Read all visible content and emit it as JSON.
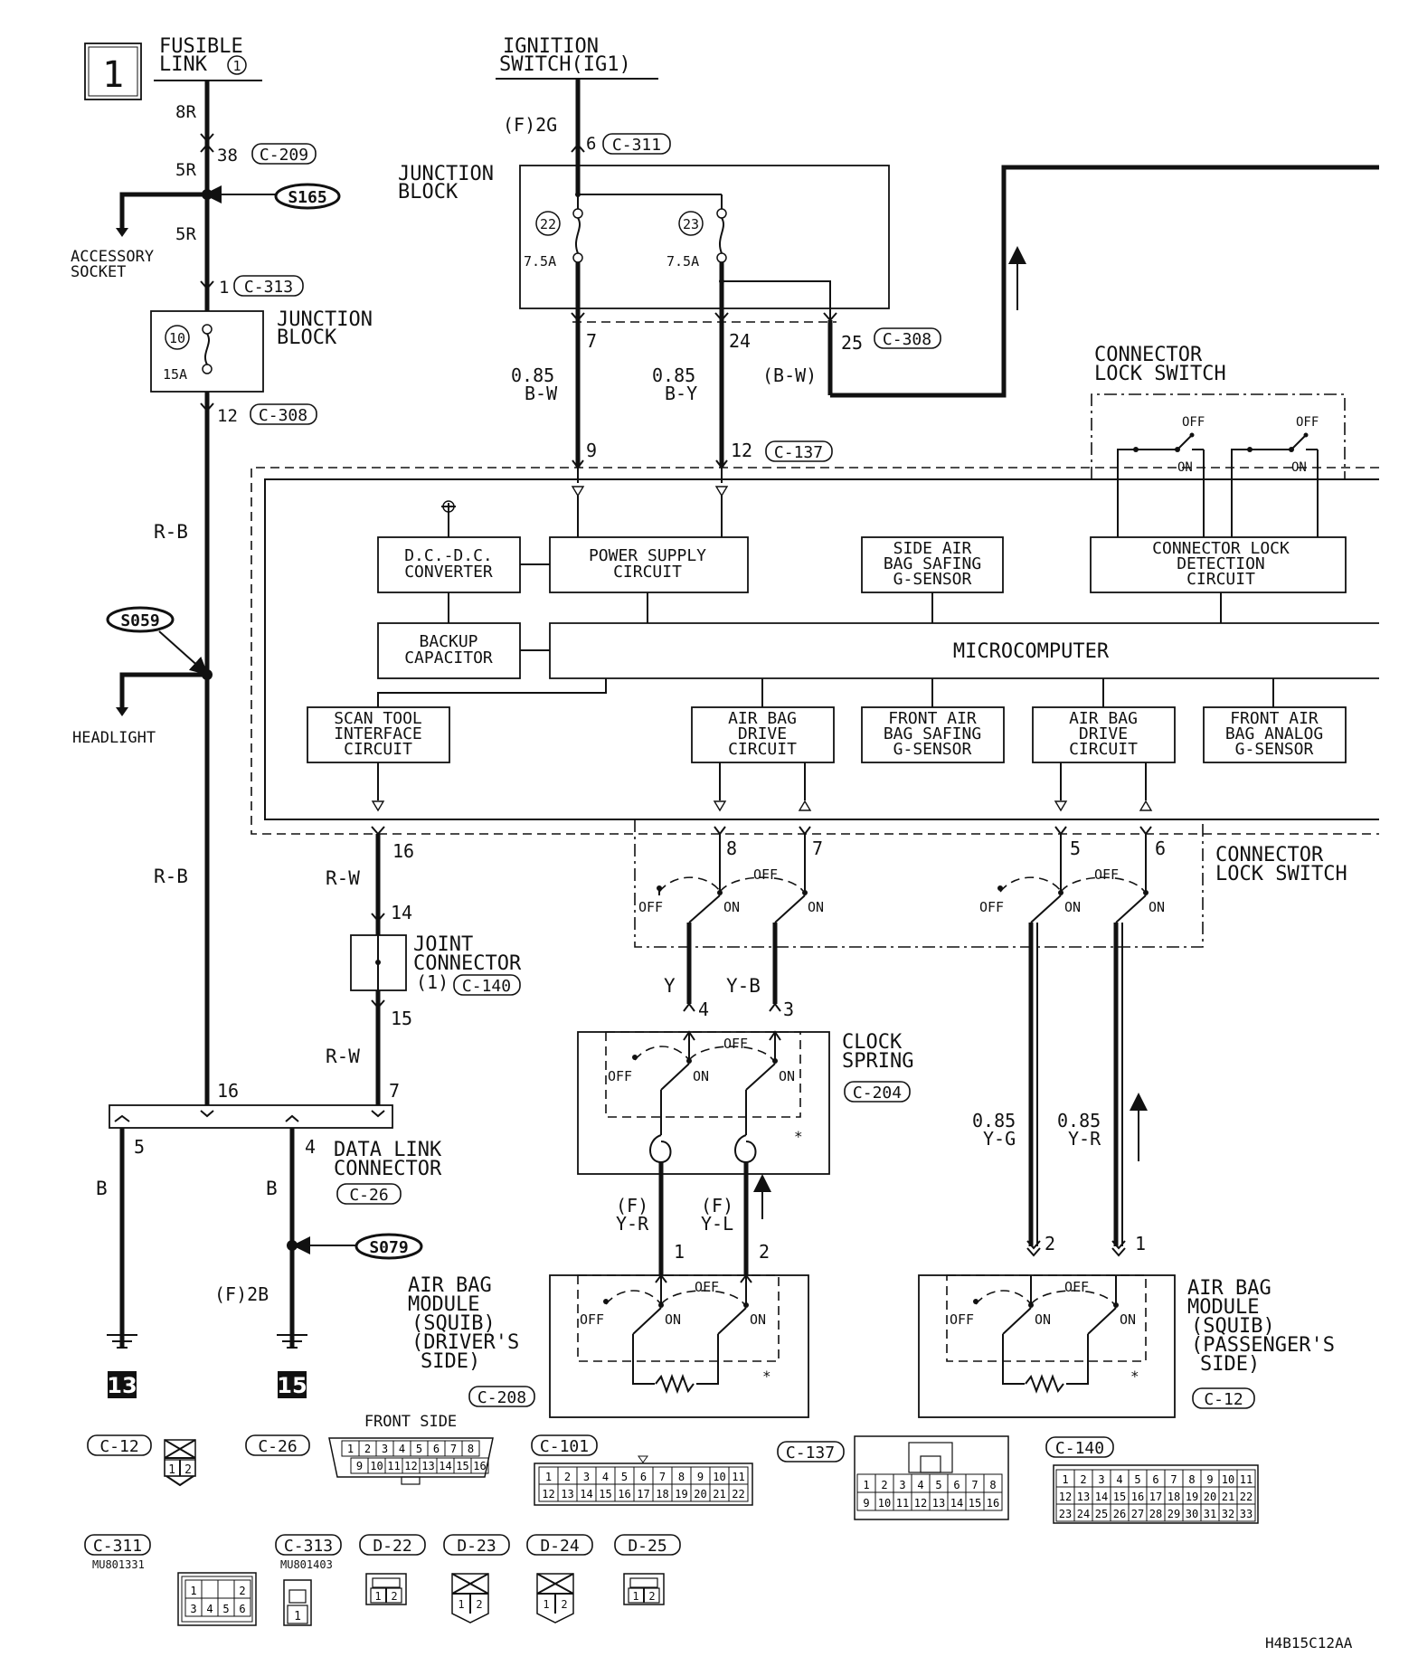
{
  "diagram": {
    "page_number": "1",
    "fusible_link": {
      "line1": "FUSIBLE",
      "line2": "LINK",
      "num": "1"
    },
    "ignition": {
      "line1": "IGNITION",
      "line2": "SWITCH(IG1)"
    },
    "labels": {
      "w8r": "8R",
      "p38": "38",
      "c209": "C-209",
      "w5r_a": "5R",
      "s165": "S165",
      "w5r_b": "5R",
      "accessory1": "ACCESSORY",
      "accessory2": "SOCKET",
      "p1": "1",
      "c313": "C-313",
      "jb_left1": "JUNCTION",
      "jb_left2": "BLOCK",
      "fuse10": "10",
      "fuse10_amp": "15A",
      "p12": "12",
      "c308a": "C-308",
      "rb1": "R-B",
      "s059": "S059",
      "headlight": "HEADLIGHT",
      "rb2": "R-B",
      "f2g": "(F)2G",
      "p6": "6",
      "c311": "C-311",
      "jb_mid1": "JUNCTION",
      "jb_mid2": "BLOCK",
      "fuse22": "22",
      "fuse22_amp": "7.5A",
      "fuse23": "23",
      "fuse23_amp": "7.5A",
      "p7": "7",
      "p24": "24",
      "p25": "25",
      "c308b": "C-308",
      "w085a": "0.85",
      "wbw": "B-W",
      "w085b": "0.85",
      "wby": "B-Y",
      "wbw2": "(B-W)",
      "p9": "9",
      "p12b": "12",
      "c137": "C-137",
      "cls_top1": "CONNECTOR",
      "cls_top2": "LOCK SWITCH",
      "off": "OFF",
      "on": "ON",
      "dcdc1": "D.C.-D.C.",
      "dcdc2": "CONVERTER",
      "psc1": "POWER SUPPLY",
      "psc2": "CIRCUIT",
      "sab1": "SIDE AIR",
      "sab2": "BAG SAFING",
      "sab3": "G-SENSOR",
      "cld1": "CONNECTOR LOCK",
      "cld2": "DETECTION",
      "cld3": "CIRCUIT",
      "bk1": "BACKUP",
      "bk2": "CAPACITOR",
      "micro": "MICROCOMPUTER",
      "sti1": "SCAN TOOL",
      "sti2": "INTERFACE",
      "sti3": "CIRCUIT",
      "abd1": "AIR BAG",
      "abd2": "DRIVE",
      "abd3": "CIRCUIT",
      "fas1": "FRONT AIR",
      "fas2": "BAG SAFING",
      "fas3": "G-SENSOR",
      "fan1": "FRONT AIR",
      "fan2": "BAG ANALOG",
      "fan3": "G-SENSOR",
      "p16": "16",
      "rw1": "R-W",
      "p14": "14",
      "jc1": "JOINT",
      "jc2": "CONNECTOR",
      "jc3": "(1)",
      "c140": "C-140",
      "p15": "15",
      "rw2": "R-W",
      "p16b": "16",
      "p7b": "7",
      "p8": "8",
      "p7c": "7",
      "p5": "5",
      "p6b": "6",
      "cls_mid1": "CONNECTOR",
      "cls_mid2": "LOCK SWITCH",
      "wy": "Y",
      "wyb": "Y-B",
      "p4": "4",
      "p3": "3",
      "cs1": "CLOCK",
      "cs2": "SPRING",
      "c204": "C-204",
      "w085c": "0.85",
      "wyg": "Y-G",
      "w085d": "0.85",
      "wyr": "Y-R",
      "p5b": "5",
      "p4b": "4",
      "wb1": "B",
      "wb2": "B",
      "dlc1": "DATA LINK",
      "dlc2": "CONNECTOR",
      "c26": "C-26",
      "s079": "S079",
      "f2b": "(F)2B",
      "fyr1": "(F)",
      "fyr2": "Y-R",
      "fyl1": "(F)",
      "fyl2": "Y-L",
      "p1b": "1",
      "p2b": "2",
      "p2c": "2",
      "p1c": "1",
      "abm_d1": "AIR BAG",
      "abm_d2": "MODULE",
      "abm_d3": "(SQUIB)",
      "abm_d4": "(DRIVER'S",
      "abm_d5": "SIDE)",
      "c208": "C-208",
      "abm_p1": "AIR BAG",
      "abm_p2": "MODULE",
      "abm_p3": "(SQUIB)",
      "abm_p4": "(PASSENGER'S",
      "abm_p5": "SIDE)",
      "c12": "C-12",
      "g13": "13",
      "g15": "15",
      "star": "*"
    },
    "connectors": {
      "c12": "C-12",
      "c26": "C-26",
      "front_side": "FRONT SIDE",
      "c101": "C-101",
      "c137": "C-137",
      "c140": "C-140",
      "c311": "C-311",
      "c311_part": "MU801331",
      "c313": "C-313",
      "c313_part": "MU801403",
      "d22": "D-22",
      "d23": "D-23",
      "d24": "D-24",
      "d25": "D-25"
    },
    "figure_code": "H4B15C12AA"
  }
}
